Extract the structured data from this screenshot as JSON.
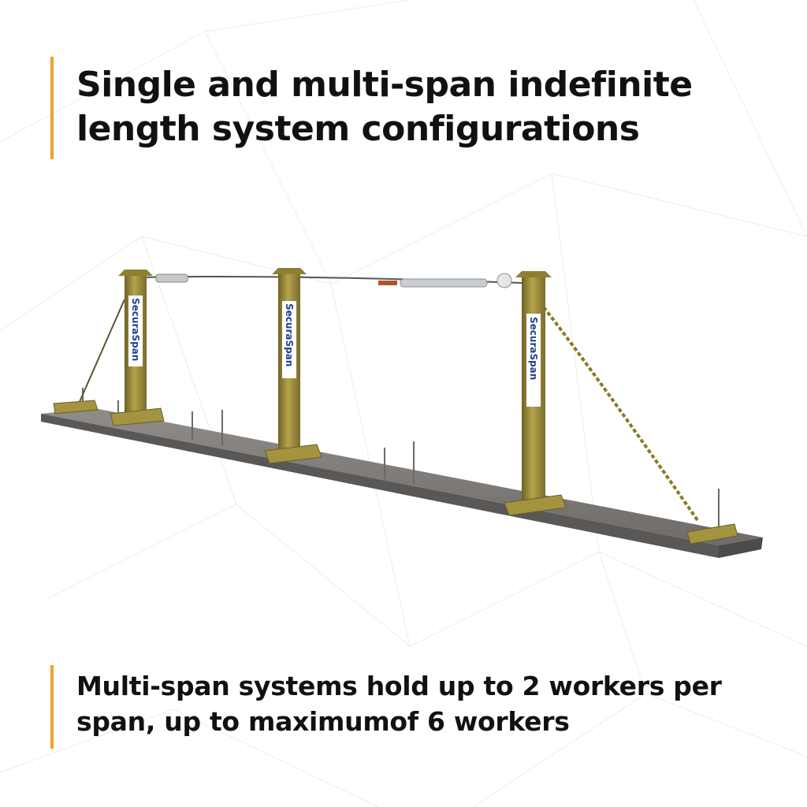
{
  "headline": {
    "line1": "Single and multi-span indefinite",
    "line2": "length system configurations"
  },
  "caption": {
    "line1": "Multi-span systems hold up to 2 workers per",
    "line2": "span, up to maximumof 6 workers"
  },
  "product": {
    "brand_label": "SecuraSpan",
    "stanchion_count": 3
  },
  "colors": {
    "accent": "#f0a030",
    "stanchion": "#9a8a3a",
    "beam": "#7d7a78",
    "label_text": "#1f3f8f"
  }
}
